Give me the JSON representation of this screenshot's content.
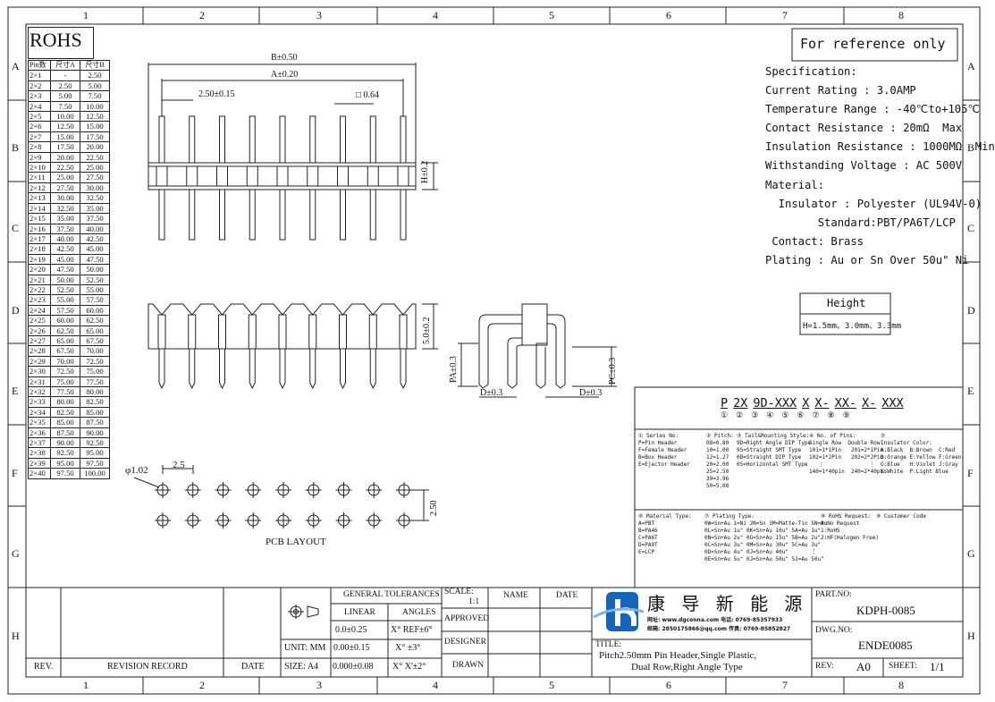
{
  "grid": {
    "columns": [
      "1",
      "2",
      "3",
      "4",
      "5",
      "6",
      "7",
      "8"
    ],
    "rows": [
      "A",
      "B",
      "C",
      "D",
      "E",
      "F",
      "G",
      "H"
    ]
  },
  "rohs_label": "ROHS",
  "pin_table": {
    "headers": [
      "Pin数",
      "尺寸A",
      "尺寸B"
    ],
    "rows": [
      [
        "2×1",
        "-",
        "2.50"
      ],
      [
        "2×2",
        "2.50",
        "5.00"
      ],
      [
        "2×3",
        "5.00",
        "7.50"
      ],
      [
        "2×4",
        "7.50",
        "10.00"
      ],
      [
        "2×5",
        "10.00",
        "12.50"
      ],
      [
        "2×6",
        "12.50",
        "15.00"
      ],
      [
        "2×7",
        "15.00",
        "17.50"
      ],
      [
        "2×8",
        "17.50",
        "20.00"
      ],
      [
        "2×9",
        "20.00",
        "22.50"
      ],
      [
        "2×10",
        "22.50",
        "25.00"
      ],
      [
        "2×11",
        "25.00",
        "27.50"
      ],
      [
        "2×12",
        "27.50",
        "30.00"
      ],
      [
        "2×13",
        "30.00",
        "32.50"
      ],
      [
        "2×14",
        "32.50",
        "35.00"
      ],
      [
        "2×15",
        "35.00",
        "37.50"
      ],
      [
        "2×16",
        "37.50",
        "40.00"
      ],
      [
        "2×17",
        "40.00",
        "42.50"
      ],
      [
        "2×18",
        "42.50",
        "45.00"
      ],
      [
        "2×19",
        "45.00",
        "47.50"
      ],
      [
        "2×20",
        "47.50",
        "50.00"
      ],
      [
        "2×21",
        "50.00",
        "52.50"
      ],
      [
        "2×22",
        "52.50",
        "55.00"
      ],
      [
        "2×23",
        "55.00",
        "57.50"
      ],
      [
        "2×24",
        "57.50",
        "60.00"
      ],
      [
        "2×25",
        "60.00",
        "62.50"
      ],
      [
        "2×26",
        "62.50",
        "65.00"
      ],
      [
        "2×27",
        "65.00",
        "67.50"
      ],
      [
        "2×28",
        "67.50",
        "70.00"
      ],
      [
        "2×29",
        "70.00",
        "72.50"
      ],
      [
        "2×30",
        "72.50",
        "75.00"
      ],
      [
        "2×31",
        "75.00",
        "77.50"
      ],
      [
        "2×32",
        "77.50",
        "80.00"
      ],
      [
        "2×33",
        "80.00",
        "82.50"
      ],
      [
        "2×34",
        "82.50",
        "85.00"
      ],
      [
        "2×35",
        "85.00",
        "87.50"
      ],
      [
        "2×36",
        "87.50",
        "90.00"
      ],
      [
        "2×37",
        "90.00",
        "92.50"
      ],
      [
        "2×38",
        "92.50",
        "95.00"
      ],
      [
        "2×39",
        "95.00",
        "97.50"
      ],
      [
        "2×40",
        "97.50",
        "100.00"
      ]
    ]
  },
  "dims": {
    "b": "B±0.50",
    "a": "A±0.20",
    "pitch": "2.50±0.15",
    "square": "□ 0.64",
    "h": "H±0.2",
    "side_height": "5.0±0.2",
    "pa": "PA±0.3",
    "pc": "PC±0.3",
    "d1": "D±0.3",
    "d2": "D±0.3",
    "hole": "φ1.02",
    "pcb_pitch": "2.5",
    "pcb_row": "2.50",
    "pcb_label": "PCB LAYOUT"
  },
  "reference": "For reference only",
  "spec": {
    "lines": [
      "Specification:",
      "Current Rating : 3.0AMP",
      "Temperature Range : -40℃to+105℃",
      "Contact Resistance : 20mΩ  Max",
      "Insulation Resistance : 1000MΩ  Min",
      "Withstanding Voltage : AC 500V",
      "Material:",
      "  Insulator : Polyester (UL94V-0)",
      "        Standard:PBT/PA6T/LCP",
      " Contact: Brass",
      "Plating : Au or Sn Over 50u\" Ni"
    ]
  },
  "height_box": {
    "title": "Height",
    "value": "H=1.5mm、3.0mm、3.3mm"
  },
  "code": {
    "parts": [
      "P",
      "2X",
      "9D-XXX",
      "X",
      "X-",
      "XX-",
      "X-",
      "XXX"
    ],
    "markers": [
      "①",
      "②",
      "③",
      "④",
      "⑤",
      "⑥",
      "⑦",
      "⑧",
      "⑨"
    ],
    "series": [
      "① Series No:",
      "P=Pin Header",
      "F=Female Header",
      "B=Box Header",
      "E=Ejector Header"
    ],
    "pitch": [
      "② Pitch:",
      "08=0.80",
      "10=1.00",
      "12=1.27",
      "20=2.00",
      "25=2.50",
      "39=3.96",
      "50=5.08"
    ],
    "tail": [
      "③ Tail&Mounting Style:",
      "9D=Right Angle DIP Type",
      "9S=Straight SMT Type",
      "0D=Straight DIP Type",
      "0S=Horizontal SMT Type"
    ],
    "pins": [
      "④ No. of Pins:",
      "Single Row  Double Row",
      "101=1*1Pin   201=2*1Pin",
      "102=1*2Pin   202=2*2Pin",
      "   ⋮              ⋮",
      "140=1*40pin  240=2*40pin"
    ],
    "insulator": [
      "⑤",
      "Insulator Color:",
      "A:Black  B:Brown  C:Red",
      "D:Orange E:Yellow F:Green",
      "G:Blue   H:Violet J:Gray",
      "K:White  P:Light Blue"
    ],
    "material": [
      "⑥ Material Type:",
      "A=PBT",
      "B=PA46",
      "C=PA6T",
      "D=PA9T",
      "E=LCP"
    ],
    "plating": [
      "⑦ Plating Type:",
      "0W=Sn+Au 1=Ni 2N=Sn 3M=Matte-Tin 5N=Au",
      "0L=Sn+Au 1u\" 0K=Sn+Au 10u\" 5A=Au 1u\"",
      "0N=Sn+Au 2u\" 0G=Sn+Au 15u\" 5B=Au 2u\"",
      "0C=Sn+Au 3u\" 0M=Sn+Au 30u\" 5C=Au 3u\"",
      "0D=Sn+Au 4u\" 0J=Sn+Au 40u\"       ⋮",
      "0E=Sn+Au 5u\" 0J=Sn+Au 50u\" 5J=Au 50u\""
    ],
    "rohs": [
      "⑧ RoHS Request:",
      "0:No Request",
      "1:RoHS",
      "2:HF(Halogen Free)"
    ],
    "customer": [
      "⑨ Customer Code"
    ]
  },
  "title_block": {
    "rev_label": "REV.",
    "revision_record": "REVISION RECORD",
    "date_label": "DATE",
    "general_tolerances": "GENERAL TOLERANCES",
    "linear": "LINEAR",
    "angles": "ANGLES",
    "tol_rows": [
      [
        "0.0±0.25",
        "X° REF±6°"
      ],
      [
        "0.00±0.15",
        "X° ±3°"
      ],
      [
        "0.000±0.08",
        "X° X'±2°"
      ]
    ],
    "unit": "UNIT: MM",
    "size": "SIZE: A4",
    "scale_label": "SCALE:",
    "scale_value": "1:1",
    "name_label": "NAME",
    "date2_label": "DATE",
    "approved": "APPROVED",
    "designer": "DESIGNER",
    "drawn": "DRAWN",
    "company": "康 导 新 能 源",
    "contact1": "网址: www.dgconna.com   电话: 0769-85357933",
    "contact2": "邮箱: 2850175866@qq.com  传真: 0769-85852827",
    "title_label": "TITLE:",
    "title_line1": "Pitch2.50mm Pin Header,Single Plastic,",
    "title_line2": "Dual Row,Right Angle Type",
    "part_no_label": "PART.NO:",
    "part_no": "KDPH-0085",
    "dwg_no_label": "DWG.NO:",
    "dwg_no": "ENDE0085",
    "rev2_label": "REV:",
    "rev_value": "A0",
    "sheet_label": "SHEET:",
    "sheet_value": "1/1"
  },
  "colors": {
    "line": "#222222",
    "logo_blue": "#1565b8"
  }
}
